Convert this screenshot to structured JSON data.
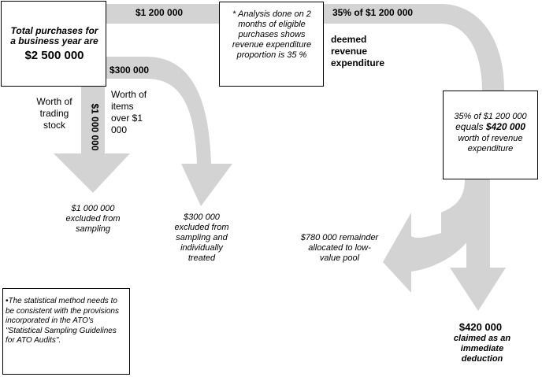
{
  "colors": {
    "arrow": "#d3d3d3",
    "box_border": "#000000",
    "background": "#ffffff"
  },
  "total_box": {
    "line1": "Total purchases for",
    "line2": "a business year are",
    "amount": "$2 500 000"
  },
  "top_flow": {
    "amount": "$1 200 000"
  },
  "analysis_box": {
    "text": "* Analysis done on 2 months of eligible purchases shows revenue expenditure proportion is 35 %"
  },
  "deemed": {
    "label": "35% of $1 200 000",
    "text": "deemed revenue expenditure"
  },
  "calc_box": {
    "line1": "35% of $1 200 000",
    "line2_prefix": "equals ",
    "line2_amount": "$420 000",
    "line3": "worth of revenue expenditure"
  },
  "trading_stock": {
    "label": "Worth of trading stock",
    "amount": "$1 000 000",
    "result": "$1 000 000 excluded from sampling"
  },
  "items_over": {
    "amount": "$300 000",
    "label": "Worth of items over $1 000",
    "result": "$300 000 excluded from sampling and individually treated"
  },
  "remainder": {
    "text": "$780 000 remainder allocated to low-value pool"
  },
  "deduction": {
    "amount": "$420 000",
    "text": "claimed as an immediate deduction"
  },
  "note_box": {
    "text": "•The statistical  method needs to be consistent with the provisions incorporated in the ATO's \"Statistical Sampling Guidelines for ATO Audits\"."
  }
}
